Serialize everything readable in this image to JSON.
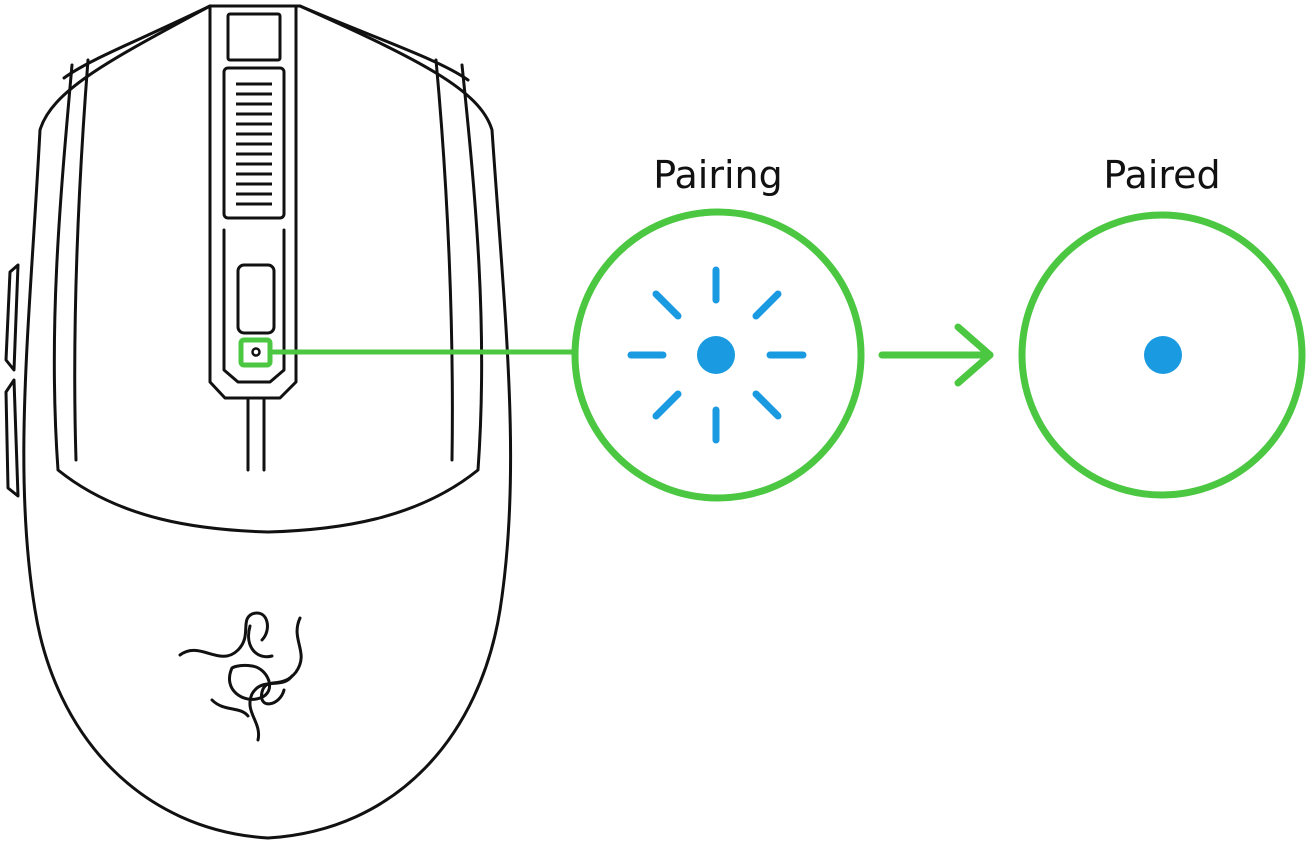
{
  "states": {
    "pairing": {
      "label": "Pairing"
    },
    "paired": {
      "label": "Paired"
    }
  },
  "colors": {
    "outline": "#111111",
    "indicator_ring": "#4cc742",
    "led": "#1a9ae0",
    "background": "#ffffff"
  },
  "icons": {
    "mouse": "mouse-top-view",
    "logo": "triple-snake-logo",
    "pairing_indicator": "blinking-led-icon",
    "paired_indicator": "solid-led-icon",
    "transition": "arrow-right-icon"
  }
}
